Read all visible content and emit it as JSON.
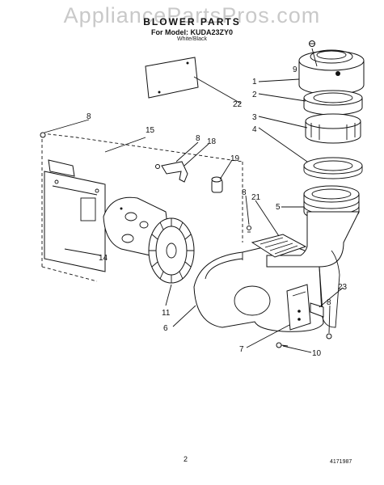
{
  "header": {
    "watermark": "AppliancePartsPros.com",
    "title": "BLOWER PARTS",
    "model_line": "For Model: KUDA23ZY0",
    "color_variant": "White/Black"
  },
  "callouts": [
    "9",
    "1",
    "2",
    "22",
    "3",
    "4",
    "8",
    "15",
    "8",
    "18",
    "19",
    "8",
    "21",
    "5",
    "14",
    "11",
    "6",
    "23",
    "8",
    "7",
    "10"
  ],
  "footer": {
    "page_number": "2",
    "document_number": "4171987"
  }
}
